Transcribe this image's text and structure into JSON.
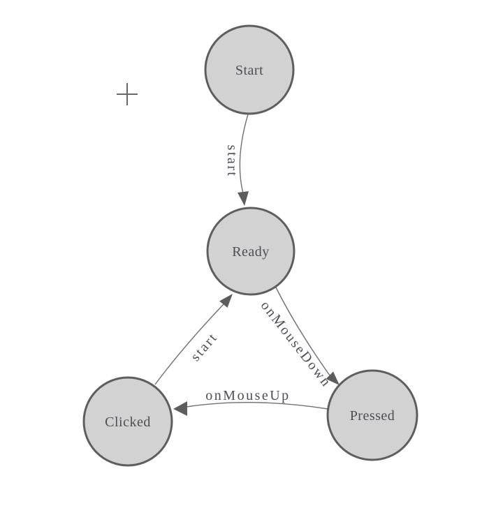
{
  "diagram": {
    "colors": {
      "background": "#ffffff",
      "node_fill": "#d2d2d2",
      "node_stroke": "#5e5e5e",
      "node_label": "#4d4d55",
      "edge_stroke": "#707070",
      "arrow_fill": "#5d5d5d",
      "edge_label": "#4d4d55",
      "crosshair": "#686868"
    },
    "nodes": [
      {
        "label": "Start"
      },
      {
        "label": "Ready"
      },
      {
        "label": "Clicked"
      },
      {
        "label": "Pressed"
      }
    ],
    "edges": [
      {
        "from": "Start",
        "to": "Ready",
        "label": "start"
      },
      {
        "from": "Clicked",
        "to": "Ready",
        "label": "start"
      },
      {
        "from": "Ready",
        "to": "Pressed",
        "label": "onMouseDown"
      },
      {
        "from": "Pressed",
        "to": "Clicked",
        "label": "onMouseUp"
      }
    ]
  }
}
